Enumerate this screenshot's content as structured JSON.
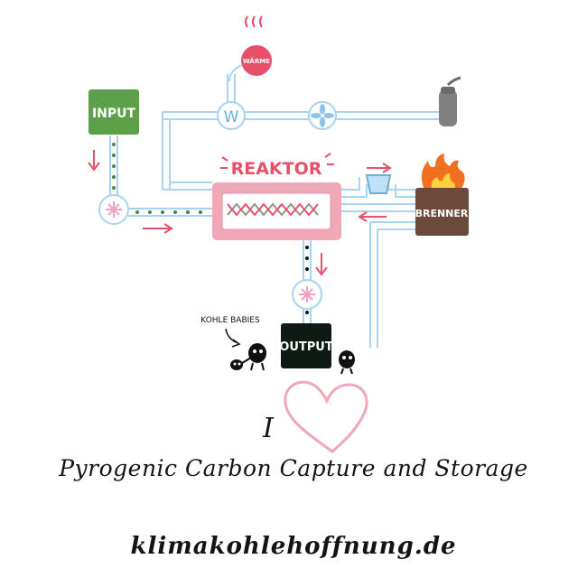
{
  "diagram": {
    "labels": {
      "input": "INPUT",
      "reaktor": "REAKTOR",
      "brenner": "BRENNER",
      "output": "OUTPUT",
      "waerme": "WÄRME",
      "w_valve": "W",
      "kohle_babies": "KOHLE BABIES"
    },
    "colors": {
      "input_box": "#5da04a",
      "reaktor_box": "#f0a8b8",
      "reaktor_text": "#e8506a",
      "brenner_box": "#6b4a3c",
      "output_box": "#0f1a14",
      "pipe": "#a8d4f0",
      "arrow": "#e8506a",
      "waerme_circle": "#e8506a",
      "heart": "#f0a8b8",
      "flame": "#f07020",
      "chimney": "#808080"
    }
  },
  "footer": {
    "i_letter": "I",
    "tagline": "Pyrogenic Carbon Capture and Storage",
    "website": "klimakohlehoffnung.de"
  }
}
